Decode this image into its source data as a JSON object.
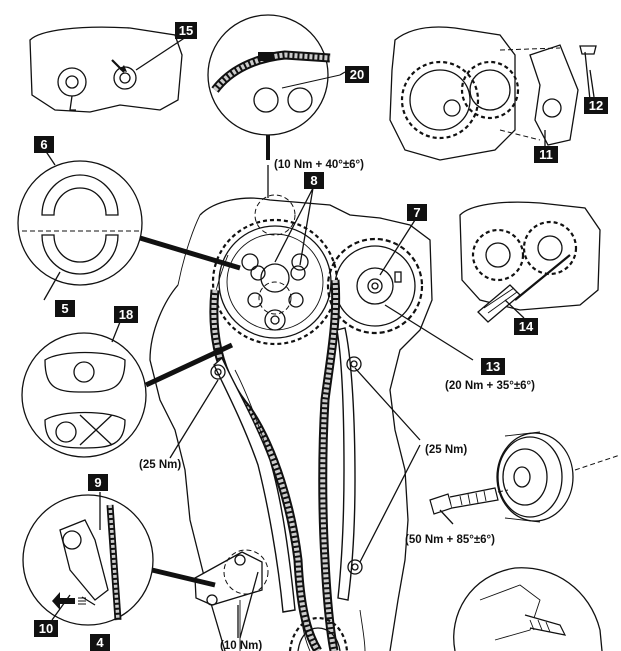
{
  "callouts": {
    "c4": "4",
    "c5": "5",
    "c6": "6",
    "c7": "7",
    "c8": "8",
    "c9": "9",
    "c10": "10",
    "c11": "11",
    "c12": "12",
    "c13": "13",
    "c14": "14",
    "c15": "15",
    "c18": "18",
    "c20": "20"
  },
  "torques": {
    "camshaft": "(10 Nm + 40°±6°)",
    "pump_gear": "(20 Nm + 35°±6°)",
    "rail_left": "(25 Nm)",
    "rail_right": "(25 Nm)",
    "pulley_bolt": "(50 Nm + 85°±6°)",
    "tensioner": "(10 Nm)"
  },
  "colors": {
    "ink": "#111111",
    "paper": "#ffffff",
    "chain_fill": "#cccccc"
  }
}
